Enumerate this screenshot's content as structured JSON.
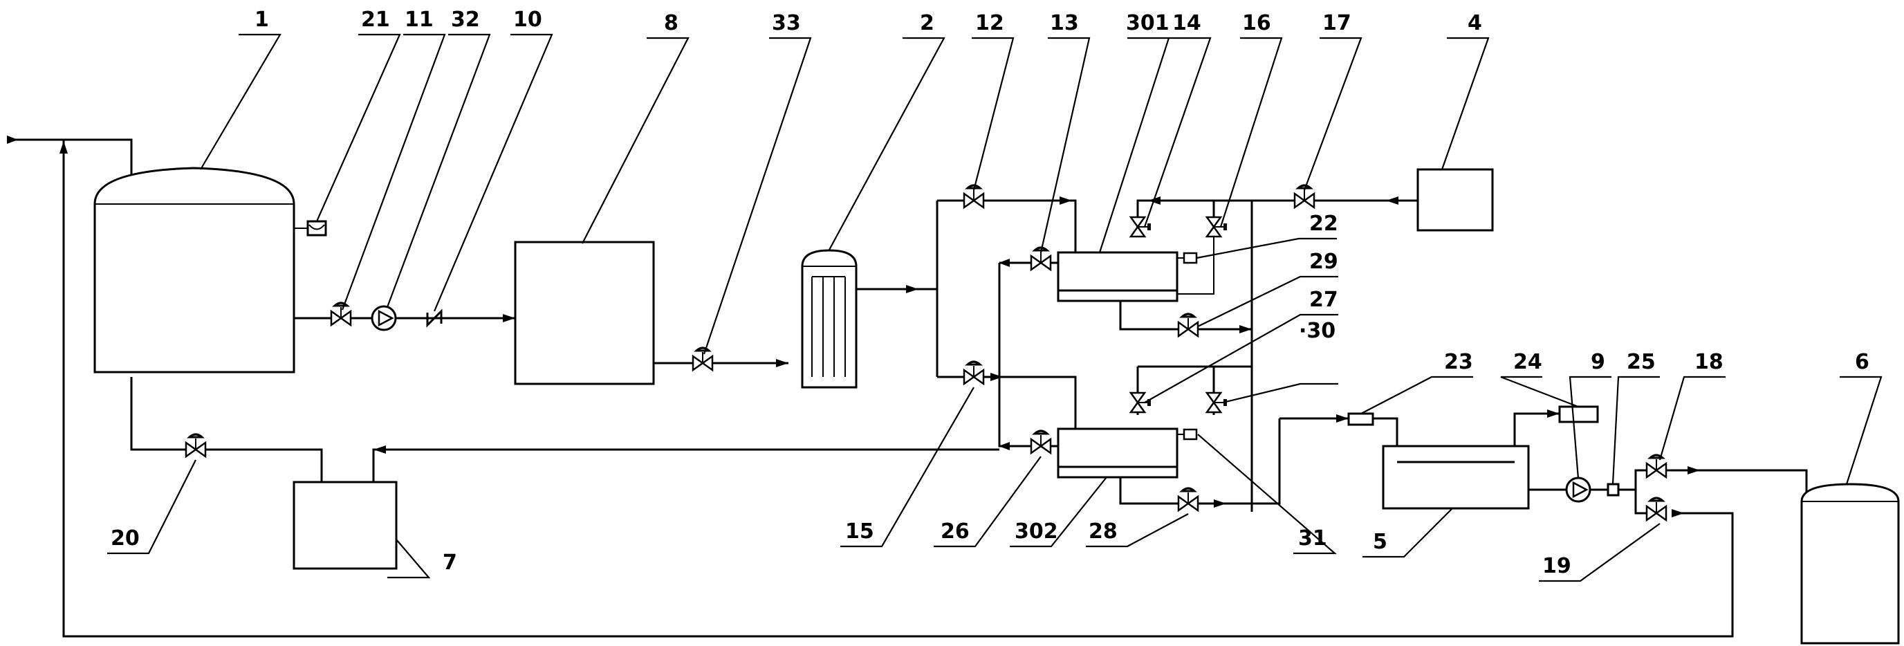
{
  "diagram": {
    "labels": {
      "l1": "1",
      "l2": "2",
      "l4": "4",
      "l5": "5",
      "l6": "6",
      "l7": "7",
      "l8": "8",
      "l9": "9",
      "l10": "10",
      "l11": "11",
      "l12": "12",
      "l13": "13",
      "l14": "14",
      "l15": "15",
      "l16": "16",
      "l17": "17",
      "l18": "18",
      "l19": "19",
      "l20": "20",
      "l21": "21",
      "l22": "22",
      "l23": "23",
      "l24": "24",
      "l25": "25",
      "l26": "26",
      "l27": "27",
      "l28": "28",
      "l29": "29",
      "l30": "·30",
      "l31": "31",
      "l32": "32",
      "l33": "33",
      "l301": "301",
      "l302": "302"
    }
  }
}
